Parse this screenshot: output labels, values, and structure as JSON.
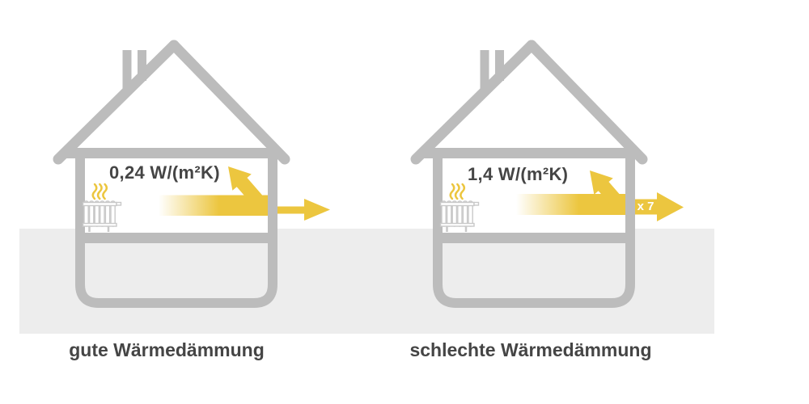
{
  "colors": {
    "accent-yellow": "#ecc63f",
    "structure-gray": "#bcbcbc",
    "ground-strip-gray": "#ededed",
    "radiator-gray": "#c9c9c9",
    "text-dark": "#454545",
    "arrow-label-white": "#ffffff"
  },
  "houses": [
    {
      "u_value": "0,24 W/(m²K)",
      "caption": "gute Wärmedämmung",
      "exit_arrow_label": ""
    },
    {
      "u_value": "1,4 W/(m²K)",
      "caption": "schlechte Wärmedämmung",
      "exit_arrow_label": "x 7"
    }
  ],
  "icons": {
    "house-outline-icon": "gray cross-section house with roof, chimney, basement",
    "radiator-icon": "white radiator with vertical fins",
    "heat-waves-icon": "three yellow rising heat squiggles",
    "heat-band": "yellow gradient heat-flow band",
    "arrow-up-left-icon": "yellow diagonal arrow pointing up-left",
    "arrow-right-icon": "yellow arrow exiting through the wall"
  }
}
